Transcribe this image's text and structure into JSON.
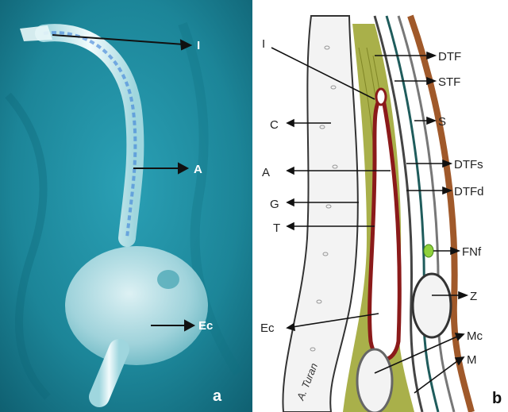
{
  "panel_a": {
    "letter": "a",
    "labels": {
      "I": "I",
      "A": "A",
      "Ec": "Ec"
    },
    "colors": {
      "background": "#1e8aa0",
      "tube": "#d7eef2",
      "text": "#ffffff"
    }
  },
  "panel_b": {
    "letter": "b",
    "signature": "A. Turan",
    "labels": {
      "I": "I",
      "C": "C",
      "A": "A",
      "G": "G",
      "T": "T",
      "Ec": "Ec",
      "DTF": "DTF",
      "STF": "STF",
      "S": "S",
      "DTFs": "DTFs",
      "DTFd": "DTFd",
      "FNf": "FNf",
      "Z": "Z",
      "Mc": "Mc",
      "M": "M"
    },
    "colors": {
      "expander": "#8b1a1a",
      "tissue": "#9aa22a",
      "skin": "#a0592a",
      "nerve": "#8fd13c",
      "fascia": "#1f5c5c"
    }
  }
}
